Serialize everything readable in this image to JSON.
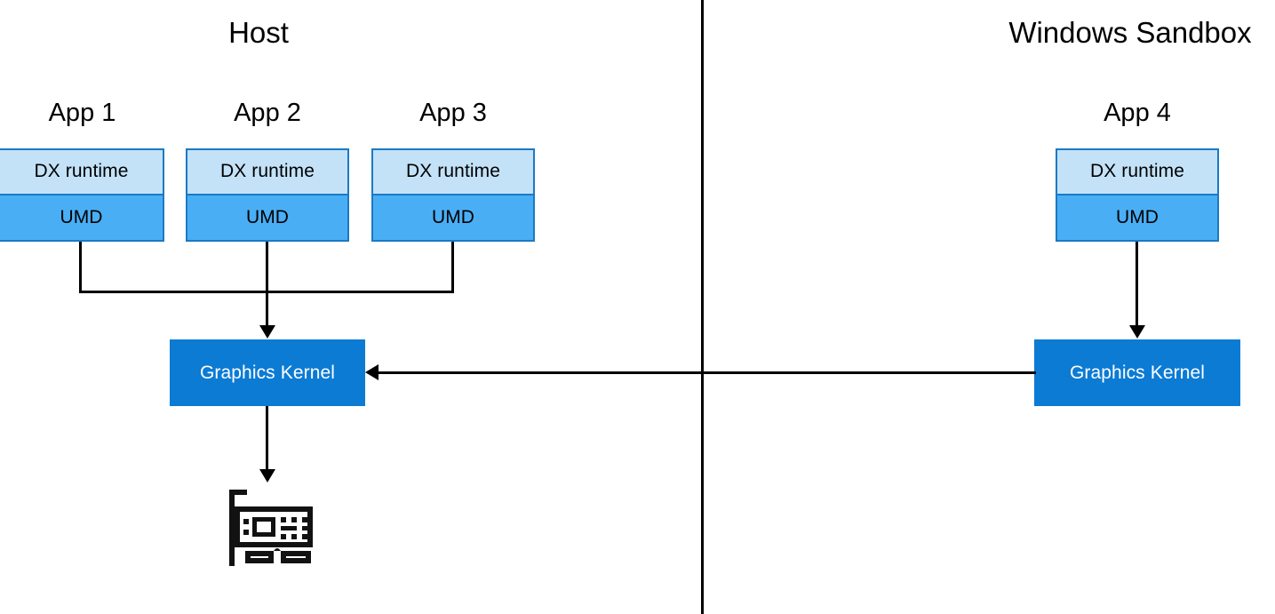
{
  "diagram": {
    "title_host": "Host",
    "title_sandbox": "Windows Sandbox",
    "divider_name": "host-sandbox-boundary"
  },
  "colors": {
    "dx_runtime_fill": "#c3e2f8",
    "umd_fill": "#4aaef4",
    "box_border": "#1b7ac4",
    "kernel_fill": "#0b7bd4",
    "kernel_text": "#ffffff",
    "connector": "#000000",
    "background": "#ffffff"
  },
  "host": {
    "label": "Host",
    "apps": [
      {
        "label": "App 1",
        "dx_runtime": "DX runtime",
        "umd": "UMD"
      },
      {
        "label": "App 2",
        "dx_runtime": "DX runtime",
        "umd": "UMD"
      },
      {
        "label": "App 3",
        "dx_runtime": "DX runtime",
        "umd": "UMD"
      }
    ],
    "kernel": {
      "label": "Graphics Kernel"
    },
    "device": {
      "label": "gpu-card-icon"
    }
  },
  "sandbox": {
    "label": "Windows Sandbox",
    "apps": [
      {
        "label": "App 4",
        "dx_runtime": "DX runtime",
        "umd": "UMD"
      }
    ],
    "kernel": {
      "label": "Graphics Kernel"
    }
  },
  "connections": [
    {
      "from": "app1-umd",
      "to": "host-bus",
      "type": "line"
    },
    {
      "from": "app2-umd",
      "to": "host-graphics-kernel",
      "type": "arrow-down"
    },
    {
      "from": "app3-umd",
      "to": "host-bus",
      "type": "line"
    },
    {
      "from": "app4-umd",
      "to": "sandbox-graphics-kernel",
      "type": "arrow-down"
    },
    {
      "from": "sandbox-graphics-kernel",
      "to": "host-graphics-kernel",
      "type": "arrow-left"
    },
    {
      "from": "host-graphics-kernel",
      "to": "gpu-card-icon",
      "type": "arrow-down"
    }
  ]
}
